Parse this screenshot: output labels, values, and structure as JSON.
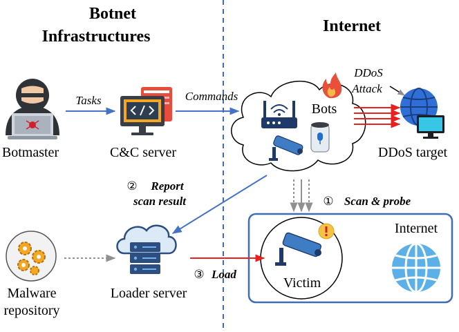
{
  "headers": {
    "left": [
      "Botnet",
      "Infrastructures"
    ],
    "right": "Internet"
  },
  "nodes": {
    "botmaster": "Botmaster",
    "cnc": "C&C server",
    "bots": "Bots",
    "ddos_target": "DDoS target",
    "malware_repo": [
      "Malware",
      "repository"
    ],
    "loader": "Loader server",
    "victim": "Victim",
    "internet_box": "Internet"
  },
  "edges": {
    "tasks": "Tasks",
    "commands": "Commands",
    "ddos_attack": [
      "DDoS",
      "Attack"
    ],
    "report_num": "②",
    "report": [
      "Report",
      "scan result"
    ],
    "scan_num": "①",
    "scan": "Scan & probe",
    "load_num": "③",
    "load": "Load"
  },
  "colors": {
    "blue_arrow": "#4472C4",
    "red_arrow": "#E8201E",
    "gray_arrow": "#909090",
    "box_border": "#3E6DB5",
    "divider": "#3E6DB5"
  },
  "icons": [
    "hacker-icon",
    "code-monitor-icon",
    "router-icon",
    "camera-icon",
    "smart-speaker-icon",
    "fire-icon",
    "globe-monitor-icon",
    "gears-icon",
    "cloud-server-icon",
    "globe-icon",
    "warning-icon"
  ]
}
